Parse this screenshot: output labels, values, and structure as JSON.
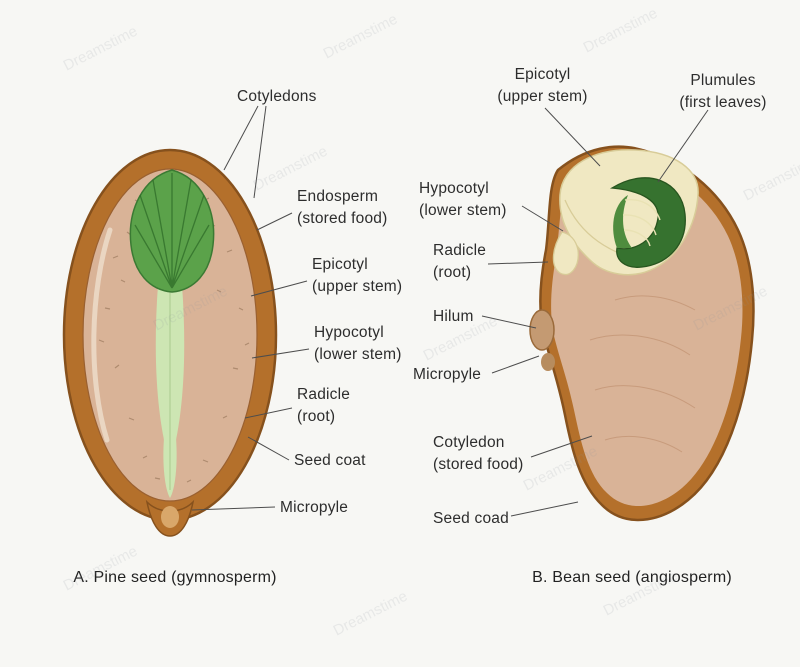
{
  "watermark": {
    "text": "Dreamstime"
  },
  "colors": {
    "seed_coat": "#b4702b",
    "seed_coat_outline": "#86511d",
    "flesh": "#d9b397",
    "flesh_inner_line": "#9a6030",
    "cotyledon_green": "#5ba24a",
    "cotyledon_outline": "#3a7a33",
    "stem_green": "#cde6b3",
    "embryo_cream": "#f0e8c2",
    "embryo_outline": "#d8cc98",
    "leaf_green": "#36722f",
    "leaf_green_light": "#4f8c3e",
    "hilum_tan": "#c49a72",
    "hilum_outline": "#9a6a3a",
    "leader_line": "#4d4d4d"
  },
  "pine": {
    "caption": "A. Pine seed (gymnosperm)",
    "labels": {
      "cotyledons": "Cotyledons",
      "endosperm": "Endosperm\n(stored food)",
      "epicotyl": "Epicotyl\n(upper stem)",
      "hypocotyl": "Hypocotyl\n(lower stem)",
      "radicle": "Radicle\n(root)",
      "seed_coat": "Seed coat",
      "micropyle": "Micropyle"
    }
  },
  "bean": {
    "caption": "B. Bean seed (angiosperm)",
    "labels": {
      "epicotyl": "Epicotyl\n(upper stem)",
      "plumules": "Plumules\n(first leaves)",
      "hypocotyl": "Hypocotyl\n(lower stem)",
      "radicle": "Radicle\n(root)",
      "hilum": "Hilum",
      "micropyle": "Micropyle",
      "cotyledon": "Cotyledon\n(stored food)",
      "seed_coat": "Seed coad"
    }
  }
}
